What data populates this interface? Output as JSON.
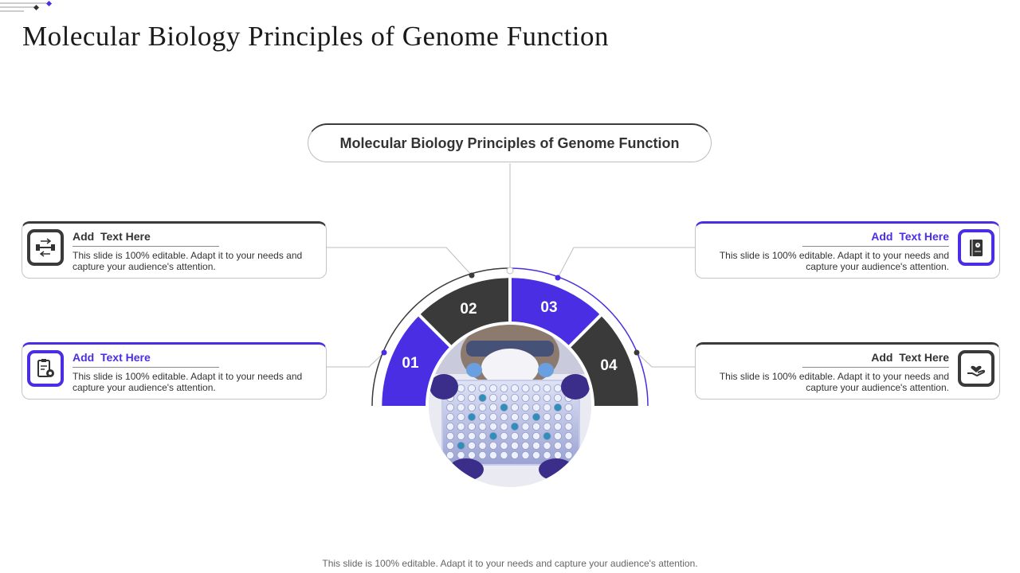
{
  "title": "Molecular Biology Principles of Genome Function",
  "center_title": "Molecular Biology Principles of Genome Function",
  "colors": {
    "accent": "#4a2ee3",
    "dark": "#3a3a3a",
    "border": "#c4c4c4"
  },
  "segments": [
    {
      "number": "01",
      "color": "accent"
    },
    {
      "number": "02",
      "color": "dark"
    },
    {
      "number": "03",
      "color": "accent"
    },
    {
      "number": "04",
      "color": "dark"
    }
  ],
  "cards": [
    {
      "heading": "Add  Text Here",
      "body": "This slide is 100% editable. Adapt it to your needs and capture your audience's attention.",
      "icon": "connector-arrows-icon",
      "style": "dark"
    },
    {
      "heading": "Add  Text Here",
      "body": "This slide is 100% editable. Adapt it to your needs and capture your audience's attention.",
      "icon": "clipboard-gear-icon",
      "style": "accent"
    },
    {
      "heading": "Add  Text Here",
      "body": "This slide is 100% editable. Adapt it to your needs and capture your audience's attention.",
      "icon": "book-icon",
      "style": "accent"
    },
    {
      "heading": "Add  Text Here",
      "body": "This slide is 100% editable. Adapt it to your needs and capture your audience's attention.",
      "icon": "hand-heart-icon",
      "style": "dark"
    }
  ],
  "footer": "This slide is 100% editable. Adapt it to your needs and capture your audience's attention."
}
